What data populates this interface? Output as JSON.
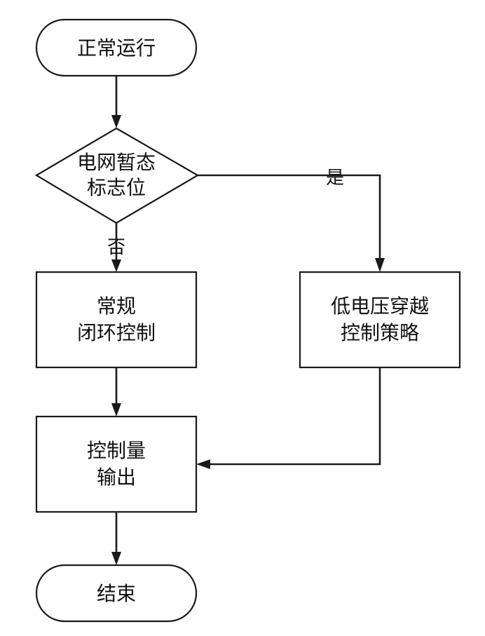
{
  "diagram": {
    "start": {
      "text": "正常运行"
    },
    "decision": {
      "line1": "电网暂态",
      "line2": "标志位"
    },
    "yes_label": "是",
    "no_label": "否",
    "normal_control": {
      "line1": "常规",
      "line2": "闭环控制"
    },
    "lvrt_control": {
      "line1": "低电压穿越",
      "line2": "控制策略"
    },
    "output": {
      "line1": "控制量",
      "line2": "输出"
    },
    "end": {
      "text": "结束"
    }
  }
}
